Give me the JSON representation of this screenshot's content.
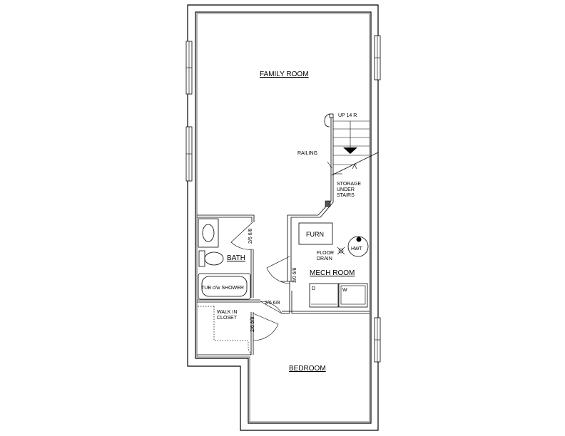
{
  "rooms": {
    "family_room": "FAMILY ROOM",
    "bath": "BATH",
    "mech_room": "MECH ROOM",
    "bedroom": "BEDROOM"
  },
  "labels": {
    "stair": "UP 14 R",
    "railing": "RAILING",
    "storage_l1": "STORAGE",
    "storage_l2": "UNDER",
    "storage_l3": "STAIRS",
    "furnace": "FURN",
    "hot_water_tank": "HWT",
    "floor_drain_l1": "FLOOR",
    "floor_drain_l2": "DRAIN",
    "dryer": "D",
    "washer": "W",
    "tub": "TUB c/w SHOWER",
    "closet_l1": "WALK IN",
    "closet_l2": "CLOSET",
    "door_bath": "2/6 6/8",
    "door_mech": "3/0 6/8",
    "door_hall": "2/6 6/8",
    "door_closet": "2/6 6/8"
  },
  "icons": {
    "floor_drain": "floor-drain-icon",
    "stair_arrow": "stair-arrow-icon",
    "door_swing": "door-swing-icon"
  }
}
